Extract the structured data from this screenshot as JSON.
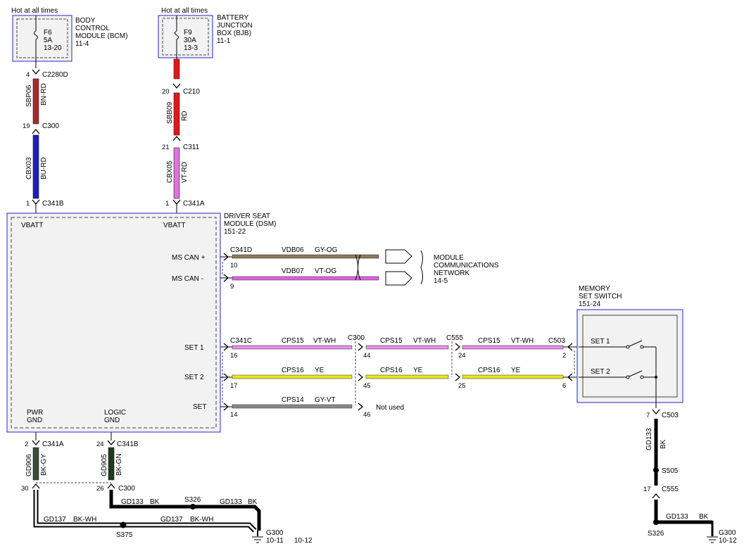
{
  "hot1": "Hot at all times",
  "hot2": "Hot at all times",
  "bcm": {
    "fuse_name": "F6",
    "fuse_rating": "5A",
    "fuse_ref": "13-20",
    "name1": "BODY",
    "name2": "CONTROL",
    "name3": "MODULE (BCM)",
    "ref": "11-4"
  },
  "bjb": {
    "fuse_name": "F9",
    "fuse_rating": "30A",
    "fuse_ref": "13-3",
    "name1": "BATTERY",
    "name2": "JUNCTION",
    "name3": "BOX (BJB)",
    "ref": "11-1"
  },
  "left_feed": {
    "pin1": "4",
    "conn1": "C2280D",
    "circuit1": "SBP06",
    "color1": "BN-RD",
    "pin2": "19",
    "conn2": "C300",
    "circuit2": "CBX03",
    "color2": "BU-RD",
    "pin3": "1",
    "conn3": "C341B"
  },
  "right_feed": {
    "pin1": "20",
    "conn1": "C210",
    "circuit1": "SBB09",
    "color1": "RD",
    "pin2": "21",
    "conn2": "C311",
    "circuit2": "CBX05",
    "color2": "VT-RD",
    "pin3": "1",
    "conn3": "C341A"
  },
  "dsm": {
    "name1": "DRIVER SEAT",
    "name2": "MODULE (DSM)",
    "ref": "151-22",
    "vbatt1": "VBATT",
    "vbatt2": "VBATT",
    "mscan_plus": "MS CAN +",
    "mscan_minus": "MS CAN -",
    "set1": "SET 1",
    "set2": "SET 2",
    "set": "SET",
    "pwr_gnd1": "PWR",
    "pwr_gnd2": "GND",
    "logic_gnd1": "LOGIC",
    "logic_gnd2": "GND"
  },
  "can": {
    "conn": "C341D",
    "pin_plus": "10",
    "circuit_plus": "VDB06",
    "color_plus": "GY-OG",
    "pin_minus": "9",
    "circuit_minus": "VDB07",
    "color_minus": "VT-OG",
    "net1": "MODULE",
    "net2": "COMMUNICATIONS",
    "net3": "NETWORK",
    "net_ref": "14-5"
  },
  "set_circuits": {
    "conn_dsm": "C341C",
    "conn_mid1": "C300",
    "conn_mid2": "C555",
    "conn_sw": "C503",
    "cps15": "CPS15",
    "vt_wh": "VT-WH",
    "cps16": "CPS16",
    "ye": "YE",
    "cps14": "CPS14",
    "gy_vt": "GY-VT",
    "p16": "16",
    "p44": "44",
    "p24": "24",
    "p2": "2",
    "p17": "17",
    "p45": "45",
    "p25": "25",
    "p6": "6",
    "p14": "14",
    "p46": "46",
    "not_used": "Not used"
  },
  "memory_switch": {
    "name1": "MEMORY",
    "name2": "SET SWITCH",
    "ref": "151-24",
    "set1": "SET 1",
    "set2": "SET 2"
  },
  "grounds": {
    "l_pin1": "2",
    "l_conn1": "C341A",
    "l_circuit": "GD906",
    "l_color": "BK-GY",
    "r_pin1": "24",
    "r_conn1": "C341B",
    "r_circuit": "GD905",
    "r_color": "BK-GN",
    "l_pin2": "30",
    "r_pin2": "26",
    "conn2": "C300",
    "gd133_a": "GD133",
    "bk_a": "BK",
    "splice1": "S326",
    "gd133_b": "GD133",
    "bk_b": "BK",
    "gd137_a": "GD137",
    "bkwh_a": "BK-WH",
    "splice2": "S375",
    "gd137_b": "GD137",
    "bkwh_b": "BK-WH",
    "g300": "G300",
    "g300_ref1": "10-11",
    "g300_ref2": "10-12"
  },
  "switch_ground": {
    "pin1": "7",
    "conn1": "C503",
    "circuit": "GD133",
    "color": "BK",
    "splice1": "S505",
    "pin2": "17",
    "conn2": "C555",
    "circuit2": "GD133",
    "color2": "BK",
    "splice2": "S326",
    "g300": "G300",
    "g300_ref": "10-12"
  },
  "colors": {
    "bn_rd": "#a52a2a",
    "bu_rd": "#1e1ebe",
    "rd": "#e01818",
    "vt_rd": "#e070e0",
    "gy_og": "#8c7a5a",
    "vt_og": "#e060e0",
    "vt_wh": "#e590ea",
    "ye": "#e8e81a",
    "gy_vt": "#8a8a8a",
    "bk": "#000000",
    "bk_gy": "#3a4a3a",
    "bk_gn": "#1f3a1f",
    "box_outline": "#4848d8"
  }
}
